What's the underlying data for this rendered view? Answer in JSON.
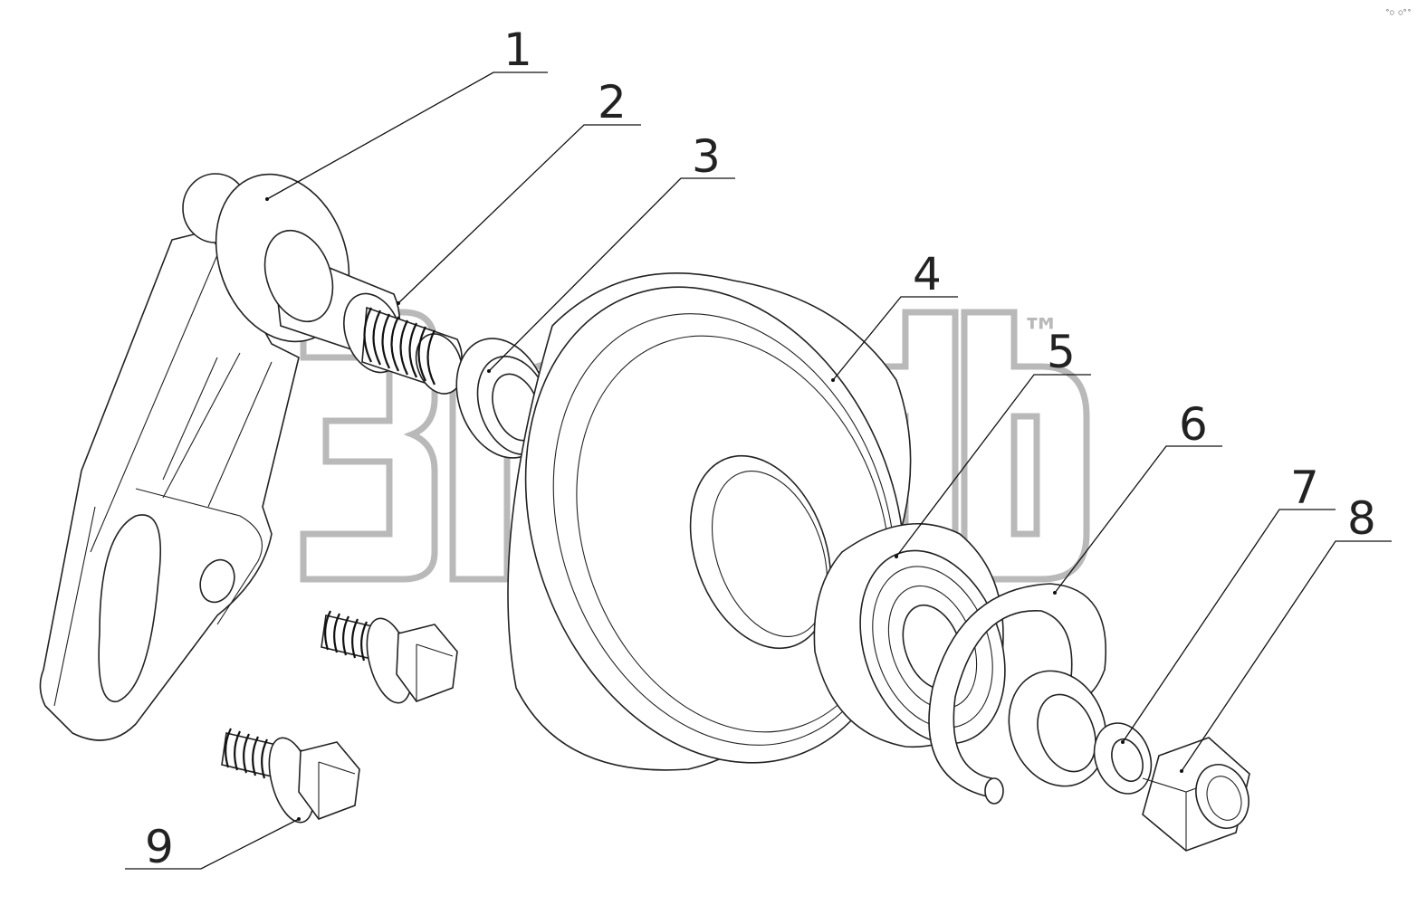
{
  "callouts": [
    {
      "id": "1",
      "label": "1"
    },
    {
      "id": "2",
      "label": "2"
    },
    {
      "id": "3",
      "label": "3"
    },
    {
      "id": "4",
      "label": "4"
    },
    {
      "id": "5",
      "label": "5"
    },
    {
      "id": "6",
      "label": "6"
    },
    {
      "id": "7",
      "label": "7"
    },
    {
      "id": "8",
      "label": "8"
    },
    {
      "id": "9",
      "label": "9"
    }
  ],
  "watermark": {
    "tm": "™"
  },
  "corner_mark": "°○ ○°°",
  "colors": {
    "line": "#222222",
    "watermark": "#b9b9b9",
    "background": "#ffffff"
  }
}
